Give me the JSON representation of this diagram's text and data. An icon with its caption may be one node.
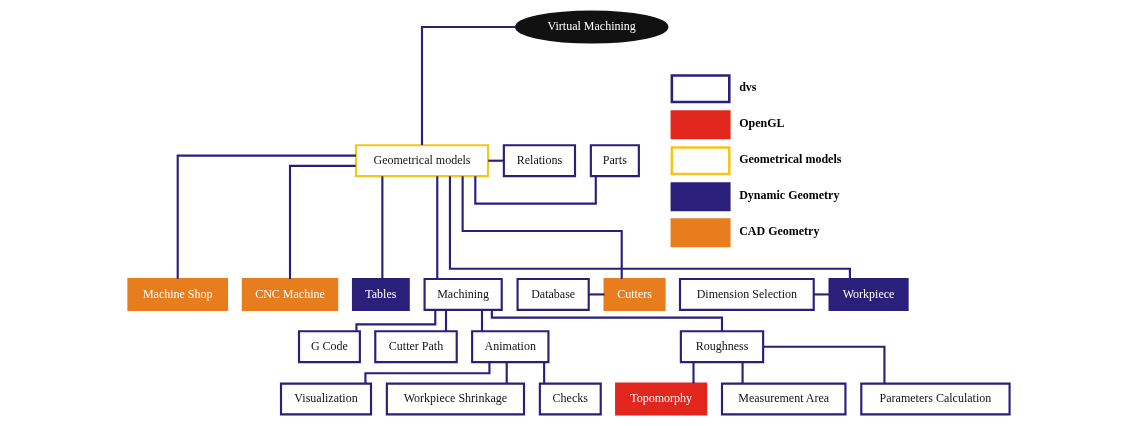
{
  "diagram": {
    "nodes": [
      {
        "text": [
          "Virtual Machining"
        ]
      },
      {
        "text": [
          "Machine Shop"
        ]
      },
      {
        "text": [
          "Database"
        ]
      },
      {
        "text": [
          "Cutters"
        ]
      },
      {
        "text": [
          "CNC Machine"
        ]
      },
      {
        "text": [
          "Geometrical models"
        ]
      },
      {
        "text": [
          "Parts"
        ]
      },
      {
        "text": [
          "Relations"
        ]
      },
      {
        "text": [
          "Dimension Selection"
        ]
      },
      {
        "text": [
          "Workpiece"
        ]
      },
      {
        "text": [
          "Tables"
        ]
      },
      {
        "text": [
          "Machining"
        ]
      },
      {
        "text": [
          "G Code"
        ]
      },
      {
        "text": [
          "Cutter Path"
        ]
      },
      {
        "text": [
          "Animation"
        ]
      },
      {
        "text": [
          "Roughness"
        ]
      },
      {
        "text": [
          "Visualization"
        ]
      },
      {
        "text": [
          "Workpiece Shrinkage"
        ]
      },
      {
        "text": [
          "Checks"
        ]
      },
      {
        "text": [
          "Topomorphy"
        ]
      },
      {
        "text": [
          "Measurement Area"
        ]
      },
      {
        "text": [
          "Parameters Calculation"
        ]
      }
    ],
    "edges": [
      {
        "from": 0,
        "to": 5,
        "arrow": "none"
      },
      {
        "from": 5,
        "to": 1,
        "arrow": "none"
      },
      {
        "from": 5,
        "to": 3,
        "arrow": "none"
      },
      {
        "from": 5,
        "to": 4,
        "arrow": "none"
      },
      {
        "from": 5,
        "to": 9,
        "arrow": "none"
      },
      {
        "from": 5,
        "to": 10,
        "arrow": "none"
      },
      {
        "from": 2,
        "to": 3,
        "arrow": "none"
      },
      {
        "from": 8,
        "to": 9,
        "arrow": "none"
      },
      {
        "from": 5,
        "to": 6,
        "arrow": "none"
      },
      {
        "from": 5,
        "to": 7,
        "arrow": "none"
      },
      {
        "from": 5,
        "to": 11,
        "arrow": "none"
      },
      {
        "from": 11,
        "to": 12,
        "arrow": "none"
      },
      {
        "from": 11,
        "to": 13,
        "arrow": "none"
      },
      {
        "from": 11,
        "to": 14,
        "arrow": "none"
      },
      {
        "from": 11,
        "to": 15,
        "arrow": "none"
      },
      {
        "from": 14,
        "to": 16,
        "arrow": "none"
      },
      {
        "from": 14,
        "to": 17,
        "arrow": "none"
      },
      {
        "from": 14,
        "to": 18,
        "arrow": "none"
      },
      {
        "from": 15,
        "to": 19,
        "arrow": "none"
      },
      {
        "from": 15,
        "to": 20,
        "arrow": "none"
      },
      {
        "from": 15,
        "to": 21,
        "arrow": "none"
      }
    ],
    "legend": [
      {
        "text": "dvs"
      },
      {
        "text": "OpenGL",
        "color": "#e0261d"
      },
      {
        "text": "Geometrical models"
      },
      {
        "text": "Dynamic Geometry",
        "color": "#2a1f7a"
      },
      {
        "text": "CAD Geometry",
        "color": "#e87d1e"
      }
    ]
  }
}
